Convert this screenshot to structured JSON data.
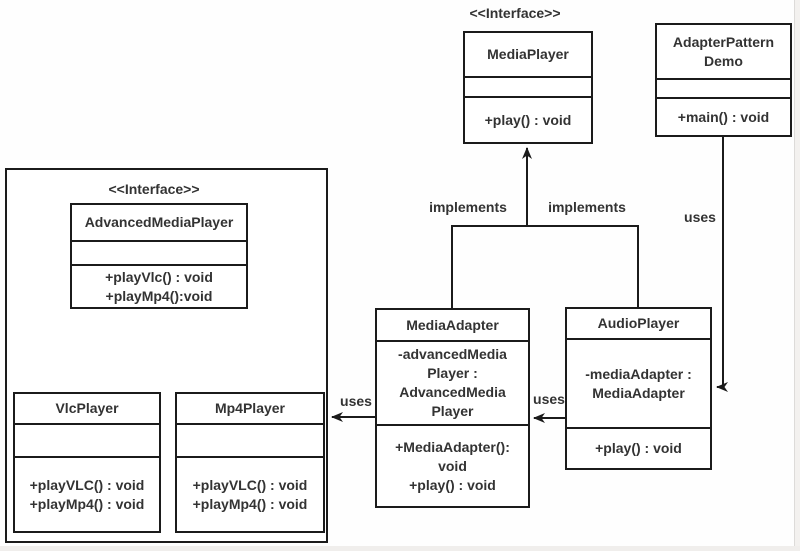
{
  "diagram": {
    "title": "Adapter Pattern UML class diagram",
    "stereotypes": {
      "media_player": "<<Interface>>",
      "advanced_media_player": "<<Interface>>"
    },
    "classes": {
      "media_player": {
        "name": "MediaPlayer",
        "methods": [
          "+play() : void"
        ]
      },
      "adapter_pattern_demo": {
        "name": "AdapterPattern\nDemo",
        "methods": [
          "+main() : void"
        ]
      },
      "advanced_media_player": {
        "name": "AdvancedMediaPlayer",
        "methods": [
          "+playVlc() : void",
          "+playMp4():void"
        ]
      },
      "vlc_player": {
        "name": "VlcPlayer",
        "methods": [
          "+playVLC() : void",
          "+playMp4() : void"
        ]
      },
      "mp4_player": {
        "name": "Mp4Player",
        "methods": [
          "+playVLC() : void",
          "+playMp4() : void"
        ]
      },
      "media_adapter": {
        "name": "MediaAdapter",
        "attributes": [
          "-advancedMedia\nPlayer :\nAdvancedMedia\nPlayer"
        ],
        "methods": [
          "+MediaAdapter():\nvoid",
          "+play() : void"
        ]
      },
      "audio_player": {
        "name": "AudioPlayer",
        "attributes": [
          "-mediaAdapter :\nMediaAdapter"
        ],
        "methods": [
          "+play() : void"
        ]
      }
    },
    "edge_labels": {
      "implements_left": "implements",
      "implements_right": "implements",
      "uses_demo_audio": "uses",
      "uses_audio_adapter": "uses",
      "uses_adapter_advanced": "uses"
    },
    "colors": {
      "line": "#1b1b1b",
      "text": "#333333",
      "background": "#ffffff"
    }
  }
}
